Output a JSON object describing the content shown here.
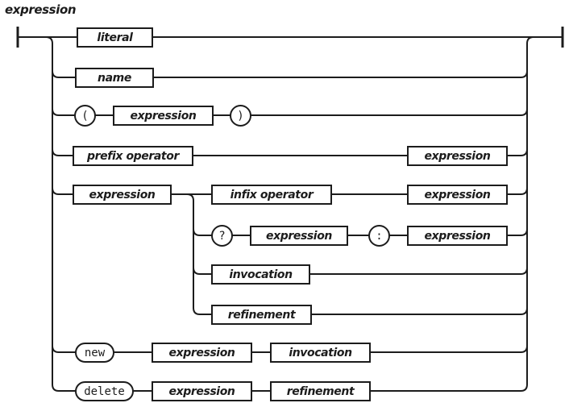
{
  "title": "expression",
  "colors": {
    "ink": "#1c1c1c",
    "box_fill": "#ffffff",
    "page_bg": "#ffffff"
  },
  "diagram": {
    "kind": "railroad-syntax-diagram",
    "rule_name": "expression",
    "branches": [
      {
        "name": "literal-branch",
        "items": [
          {
            "kind": "nonterminal",
            "label": "literal"
          }
        ]
      },
      {
        "name": "name-branch",
        "items": [
          {
            "kind": "nonterminal",
            "label": "name"
          }
        ]
      },
      {
        "name": "parenthesized-branch",
        "items": [
          {
            "kind": "terminal",
            "label": "("
          },
          {
            "kind": "nonterminal",
            "label": "expression"
          },
          {
            "kind": "terminal",
            "label": ")"
          }
        ]
      },
      {
        "name": "prefix-branch",
        "items": [
          {
            "kind": "nonterminal",
            "label": "prefix operator"
          },
          {
            "kind": "nonterminal",
            "label": "expression"
          }
        ]
      },
      {
        "name": "infix-branch",
        "items": [
          {
            "kind": "nonterminal",
            "label": "expression"
          },
          {
            "kind": "nonterminal",
            "label": "infix operator"
          },
          {
            "kind": "nonterminal",
            "label": "expression"
          }
        ]
      },
      {
        "name": "ternary-branch",
        "items": [
          {
            "kind": "terminal",
            "label": "?"
          },
          {
            "kind": "nonterminal",
            "label": "expression"
          },
          {
            "kind": "terminal",
            "label": ":"
          },
          {
            "kind": "nonterminal",
            "label": "expression"
          }
        ]
      },
      {
        "name": "invocation-branch",
        "items": [
          {
            "kind": "nonterminal",
            "label": "invocation"
          }
        ]
      },
      {
        "name": "refinement-branch",
        "items": [
          {
            "kind": "nonterminal",
            "label": "refinement"
          }
        ]
      },
      {
        "name": "new-branch",
        "items": [
          {
            "kind": "terminal",
            "label": "new"
          },
          {
            "kind": "nonterminal",
            "label": "expression"
          },
          {
            "kind": "nonterminal",
            "label": "invocation"
          }
        ]
      },
      {
        "name": "delete-branch",
        "items": [
          {
            "kind": "terminal",
            "label": "delete"
          },
          {
            "kind": "nonterminal",
            "label": "expression"
          },
          {
            "kind": "nonterminal",
            "label": "refinement"
          }
        ]
      }
    ]
  }
}
